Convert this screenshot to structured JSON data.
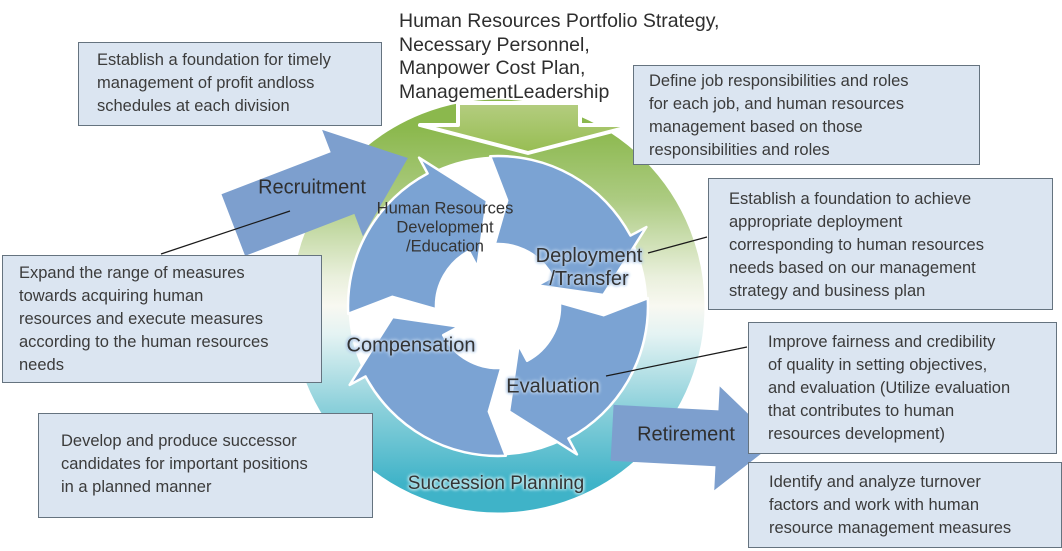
{
  "title": "Human Resources Portfolio Strategy,\nNecessary Personnel,\nManpower Cost Plan,\nManagementLeadership",
  "cycle": {
    "hr_development": "Human Resources\nDevelopment\n/Education",
    "deployment_transfer": "Deployment\n/Transfer",
    "evaluation": "Evaluation",
    "compensation": "Compensation",
    "succession_planning": "Succession Planning"
  },
  "flow": {
    "in_label": "Recruitment",
    "out_label": "Retirement"
  },
  "notes": [
    "Establish a foundation for timely\nmanagement of profit andloss\nschedules at each division",
    "Expand the range of measures\ntowards acquiring human\nresources and execute measures\naccording to the human resources\nneeds",
    "Develop and produce successor\ncandidates for important positions\nin a planned manner",
    "Define job responsibilities and roles\nfor each job, and human resources\nmanagement based on those\nresponsibilities and roles",
    "Establish a foundation to achieve\nappropriate deployment\ncorresponding to human resources\nneeds based on our management\nstrategy and business plan",
    "Improve fairness and credibility\nof quality in setting objectives,\nand evaluation (Utilize evaluation\nthat contributes to human\nresources development)",
    "Identify and analyze turnover\nfactors and work with human\nresource management measures"
  ],
  "colors": {
    "note_background": "#dbe5f1",
    "note_border": "#65737f",
    "cycle_arrow_blue": "#7ba3d3",
    "flow_arrow_blue": "#7d9fce",
    "ring_green": "#8bb84d",
    "ring_teal": "#3fb3c8",
    "strategy_arrow_green": "#9fc45e",
    "text": "#3b3b3b"
  }
}
